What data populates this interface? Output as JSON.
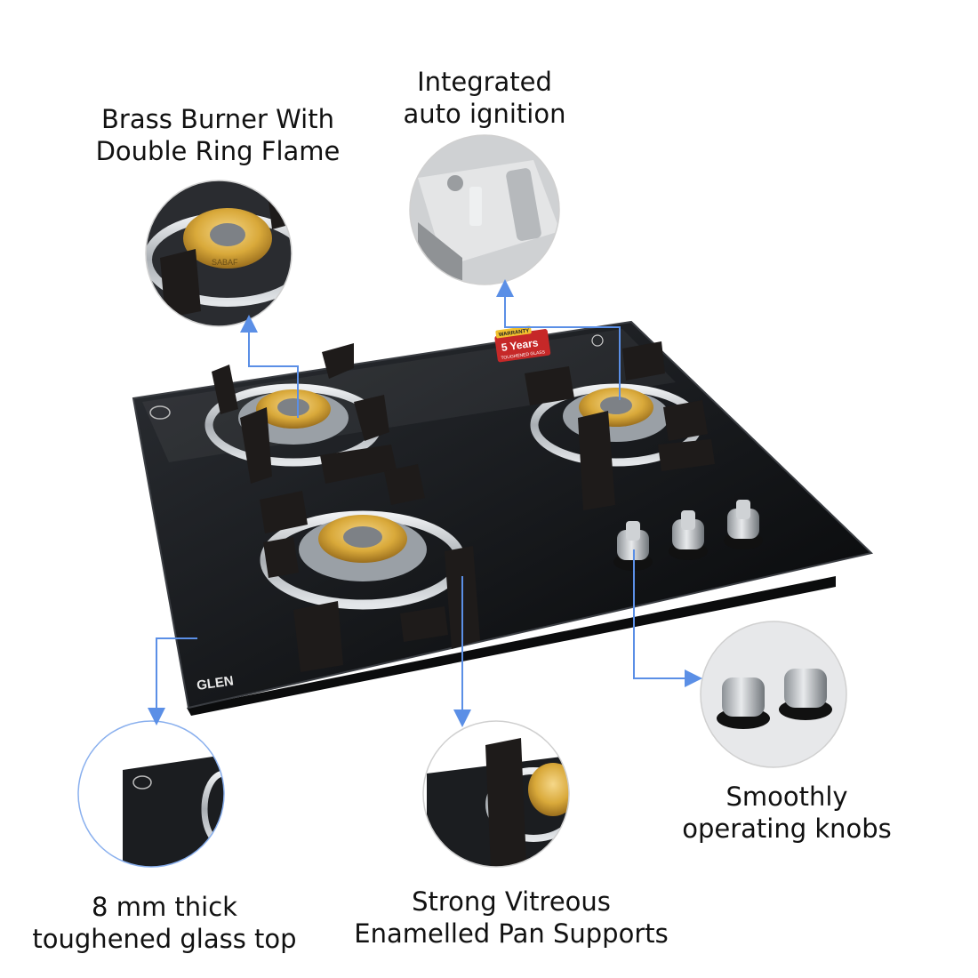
{
  "brand": "GLEN",
  "warranty_badge": {
    "top": "WARRANTY",
    "main": "5 Years",
    "sub": "TOUGHENED GLASS"
  },
  "burner_mark": "SABAF",
  "callouts": {
    "brass_burner": {
      "lines": [
        "Brass Burner With",
        "Double Ring Flame"
      ],
      "icon": "brass-burner-closeup"
    },
    "auto_ignition": {
      "lines": [
        "Integrated",
        "auto ignition"
      ],
      "icon": "ignition-closeup"
    },
    "knobs": {
      "lines": [
        "Smoothly",
        "operating knobs"
      ],
      "icon": "knobs-closeup"
    },
    "glass_top": {
      "lines": [
        "8 mm thick",
        "toughened glass top"
      ],
      "icon": "glass-edge-closeup"
    },
    "pan_supports": {
      "lines": [
        "Strong Vitreous",
        "Enamelled Pan Supports"
      ],
      "icon": "pan-support-closeup"
    }
  },
  "colors": {
    "glass": "#1b1d20",
    "brass": "#d9a93a",
    "arrow": "#5b8fe6",
    "steel": "#c8ccd0",
    "pan_support": "#1e1b1a"
  }
}
